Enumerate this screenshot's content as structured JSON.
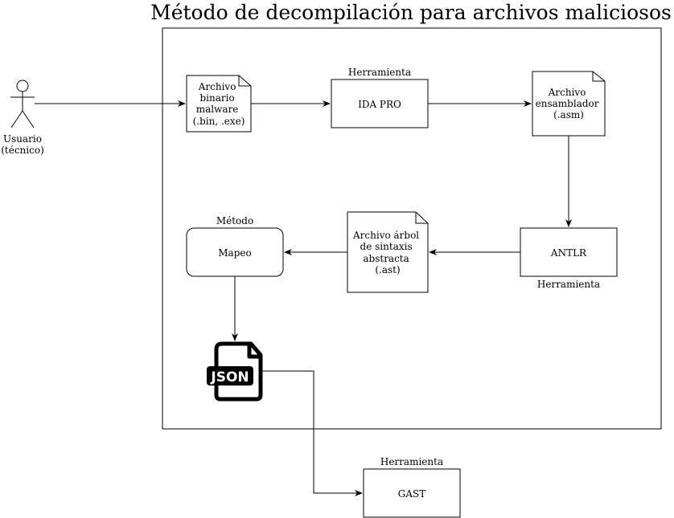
{
  "diagram": {
    "title": "Método de decompilación para archivos maliciosos",
    "actor": {
      "label_line1": "Usuario",
      "label_line2": "(técnico)"
    },
    "nodes": {
      "binary_file": {
        "lines": [
          "Archivo",
          "binario",
          "malware",
          "(.bin, .exe)"
        ]
      },
      "ida_pro": {
        "label": "IDA PRO",
        "caption": "Herramienta"
      },
      "asm_file": {
        "lines": [
          "Archivo",
          "ensamblador",
          "(.asm)"
        ]
      },
      "antlr": {
        "label": "ANTLR",
        "caption": "Herramienta"
      },
      "ast_file": {
        "lines": [
          "Archivo árbol",
          "de sintaxis",
          "abstracta",
          "(.ast)"
        ]
      },
      "mapeo": {
        "label": "Mapeo",
        "caption": "Método"
      },
      "json_icon": {
        "label": "JSON"
      },
      "gast": {
        "label": "GAST",
        "caption": "Herramienta"
      }
    },
    "colors": {
      "stroke": "#000000",
      "fill": "#ffffff"
    }
  }
}
